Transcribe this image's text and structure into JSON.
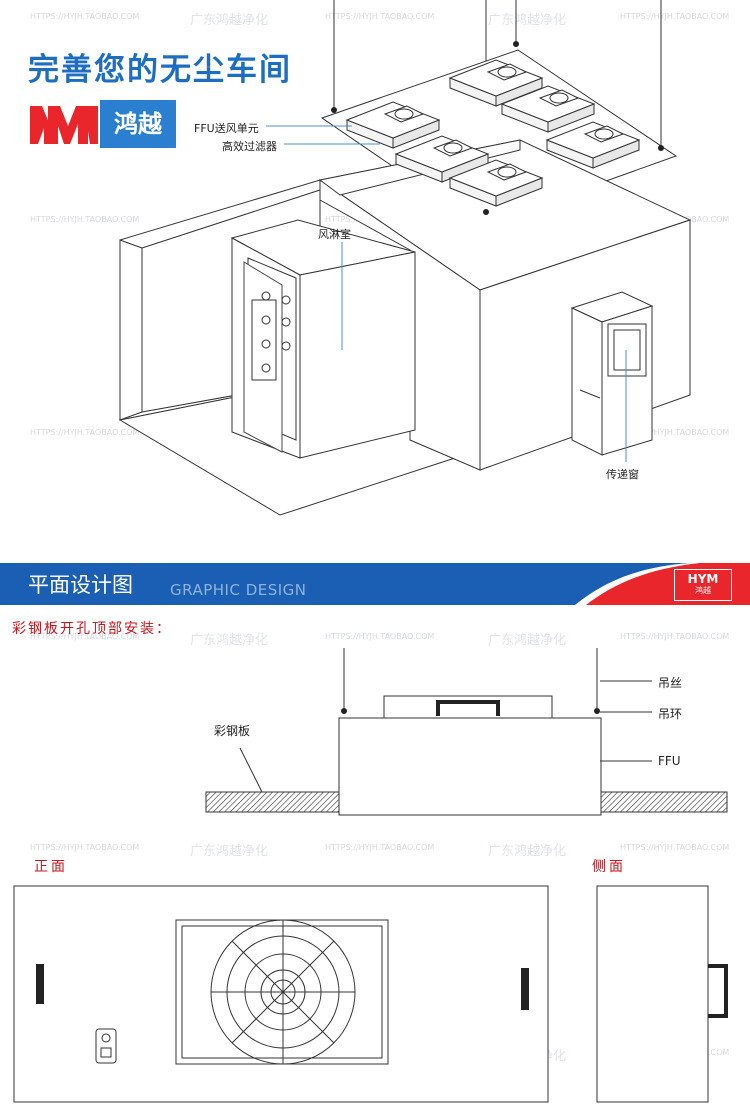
{
  "header": {
    "title": "完善您的无尘车间",
    "brand_name": "鸿越"
  },
  "labels": {
    "ffu_unit": "FFU送风单元",
    "hepa": "高效过滤器",
    "air_shower": "风淋室",
    "pass_box": "传递窗"
  },
  "banner": {
    "title": "平面设计图",
    "subtitle": "GRAPHIC DESIGN",
    "logo_top": "HYM",
    "logo_bottom": "鸿越",
    "color": "#1a5fb4",
    "accent": "#e8262c"
  },
  "install": {
    "heading": "彩钢板开孔顶部安装：",
    "hanger_wire": "吊丝",
    "hanger_ring": "吊环",
    "ffu": "FFU",
    "panel": "彩钢板"
  },
  "views": {
    "front": "正面",
    "side": "侧面"
  },
  "watermark": {
    "url": "HTTPS://HYJH.TAOBAO.COM",
    "store": "广东鸿越净化"
  }
}
